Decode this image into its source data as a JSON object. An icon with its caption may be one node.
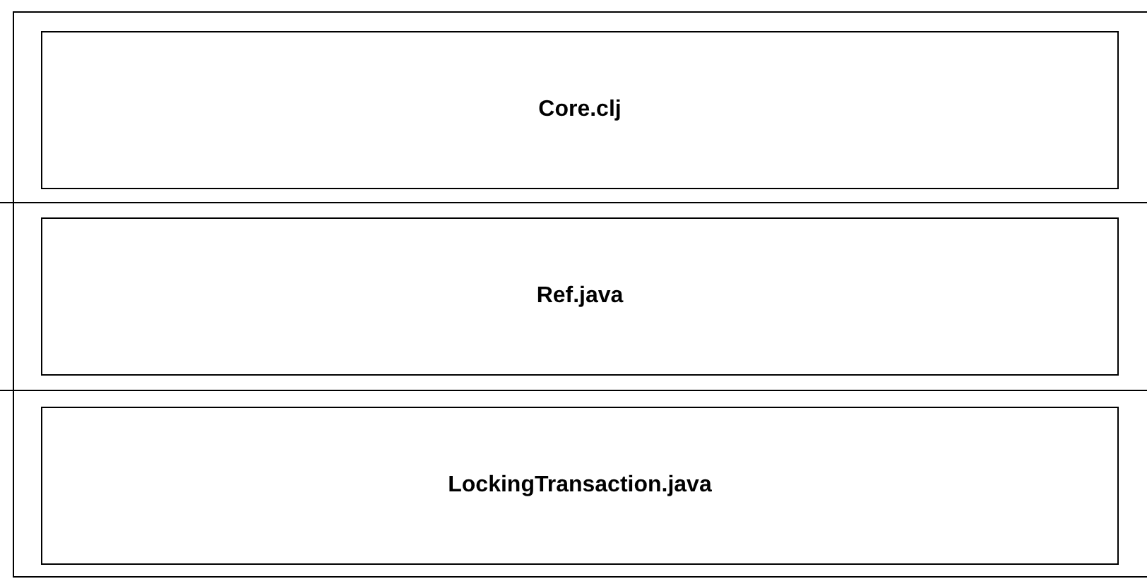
{
  "diagram": {
    "nodes": [
      {
        "text": [
          "Core.clj"
        ]
      },
      {
        "text": [
          "Ref.java"
        ]
      },
      {
        "text": [
          "LockingTransaction.java"
        ]
      }
    ]
  }
}
